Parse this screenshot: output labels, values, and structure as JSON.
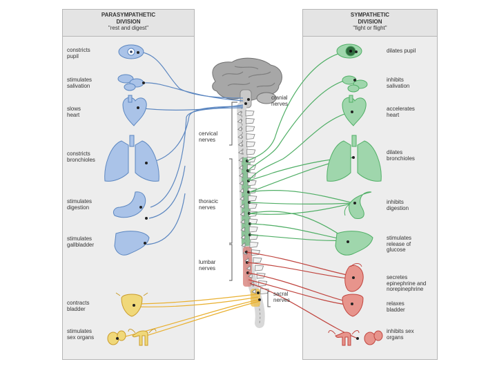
{
  "parasympathetic": {
    "title": "PARASYMPATHETIC",
    "title2": "DIVISION",
    "subtitle": "\"rest and digest\"",
    "effects": [
      [
        "constricts",
        "pupil"
      ],
      [
        "stimulates",
        "salivation"
      ],
      [
        "slows",
        "heart"
      ],
      [
        "constricts",
        "bronchioles"
      ],
      [
        "stimulates",
        "digestion"
      ],
      [
        "stimulates",
        "gallbladder"
      ],
      [
        "contracts",
        "bladder"
      ],
      [
        "stimulates",
        "sex organs"
      ]
    ]
  },
  "sympathetic": {
    "title": "SYMPATHETIC",
    "title2": "DIVISION",
    "subtitle": "\"fight or flight\"",
    "effects": [
      [
        "dilates pupil"
      ],
      [
        "inhibits",
        "salivation"
      ],
      [
        "accelerates",
        "heart"
      ],
      [
        "dilates",
        "bronchioles"
      ],
      [
        "inhibits",
        "digestion"
      ],
      [
        "stimulates",
        "release of",
        "glucose"
      ],
      [
        "secretes",
        "epinephrine and",
        "norepinephrine"
      ],
      [
        "relaxes",
        "bladder"
      ],
      [
        "inhibits sex",
        "organs"
      ]
    ]
  },
  "nerves": {
    "cranial": [
      "cranial",
      "nerves"
    ],
    "cervical": [
      "cervical",
      "nerves"
    ],
    "thoracic": [
      "thoracic",
      "nerves"
    ],
    "lumbar": [
      "lumbar",
      "nerves"
    ],
    "sacral": [
      "sacral",
      "nerves"
    ]
  },
  "colors": {
    "para": "#5b86c0",
    "symp": "#4fae65",
    "lumbar": "#c0443e",
    "sacral": "#e9b030",
    "organ_blue": "#aac3e8",
    "organ_green": "#9fd6ac",
    "organ_red": "#e7948c",
    "organ_yellow": "#f0d87a"
  }
}
